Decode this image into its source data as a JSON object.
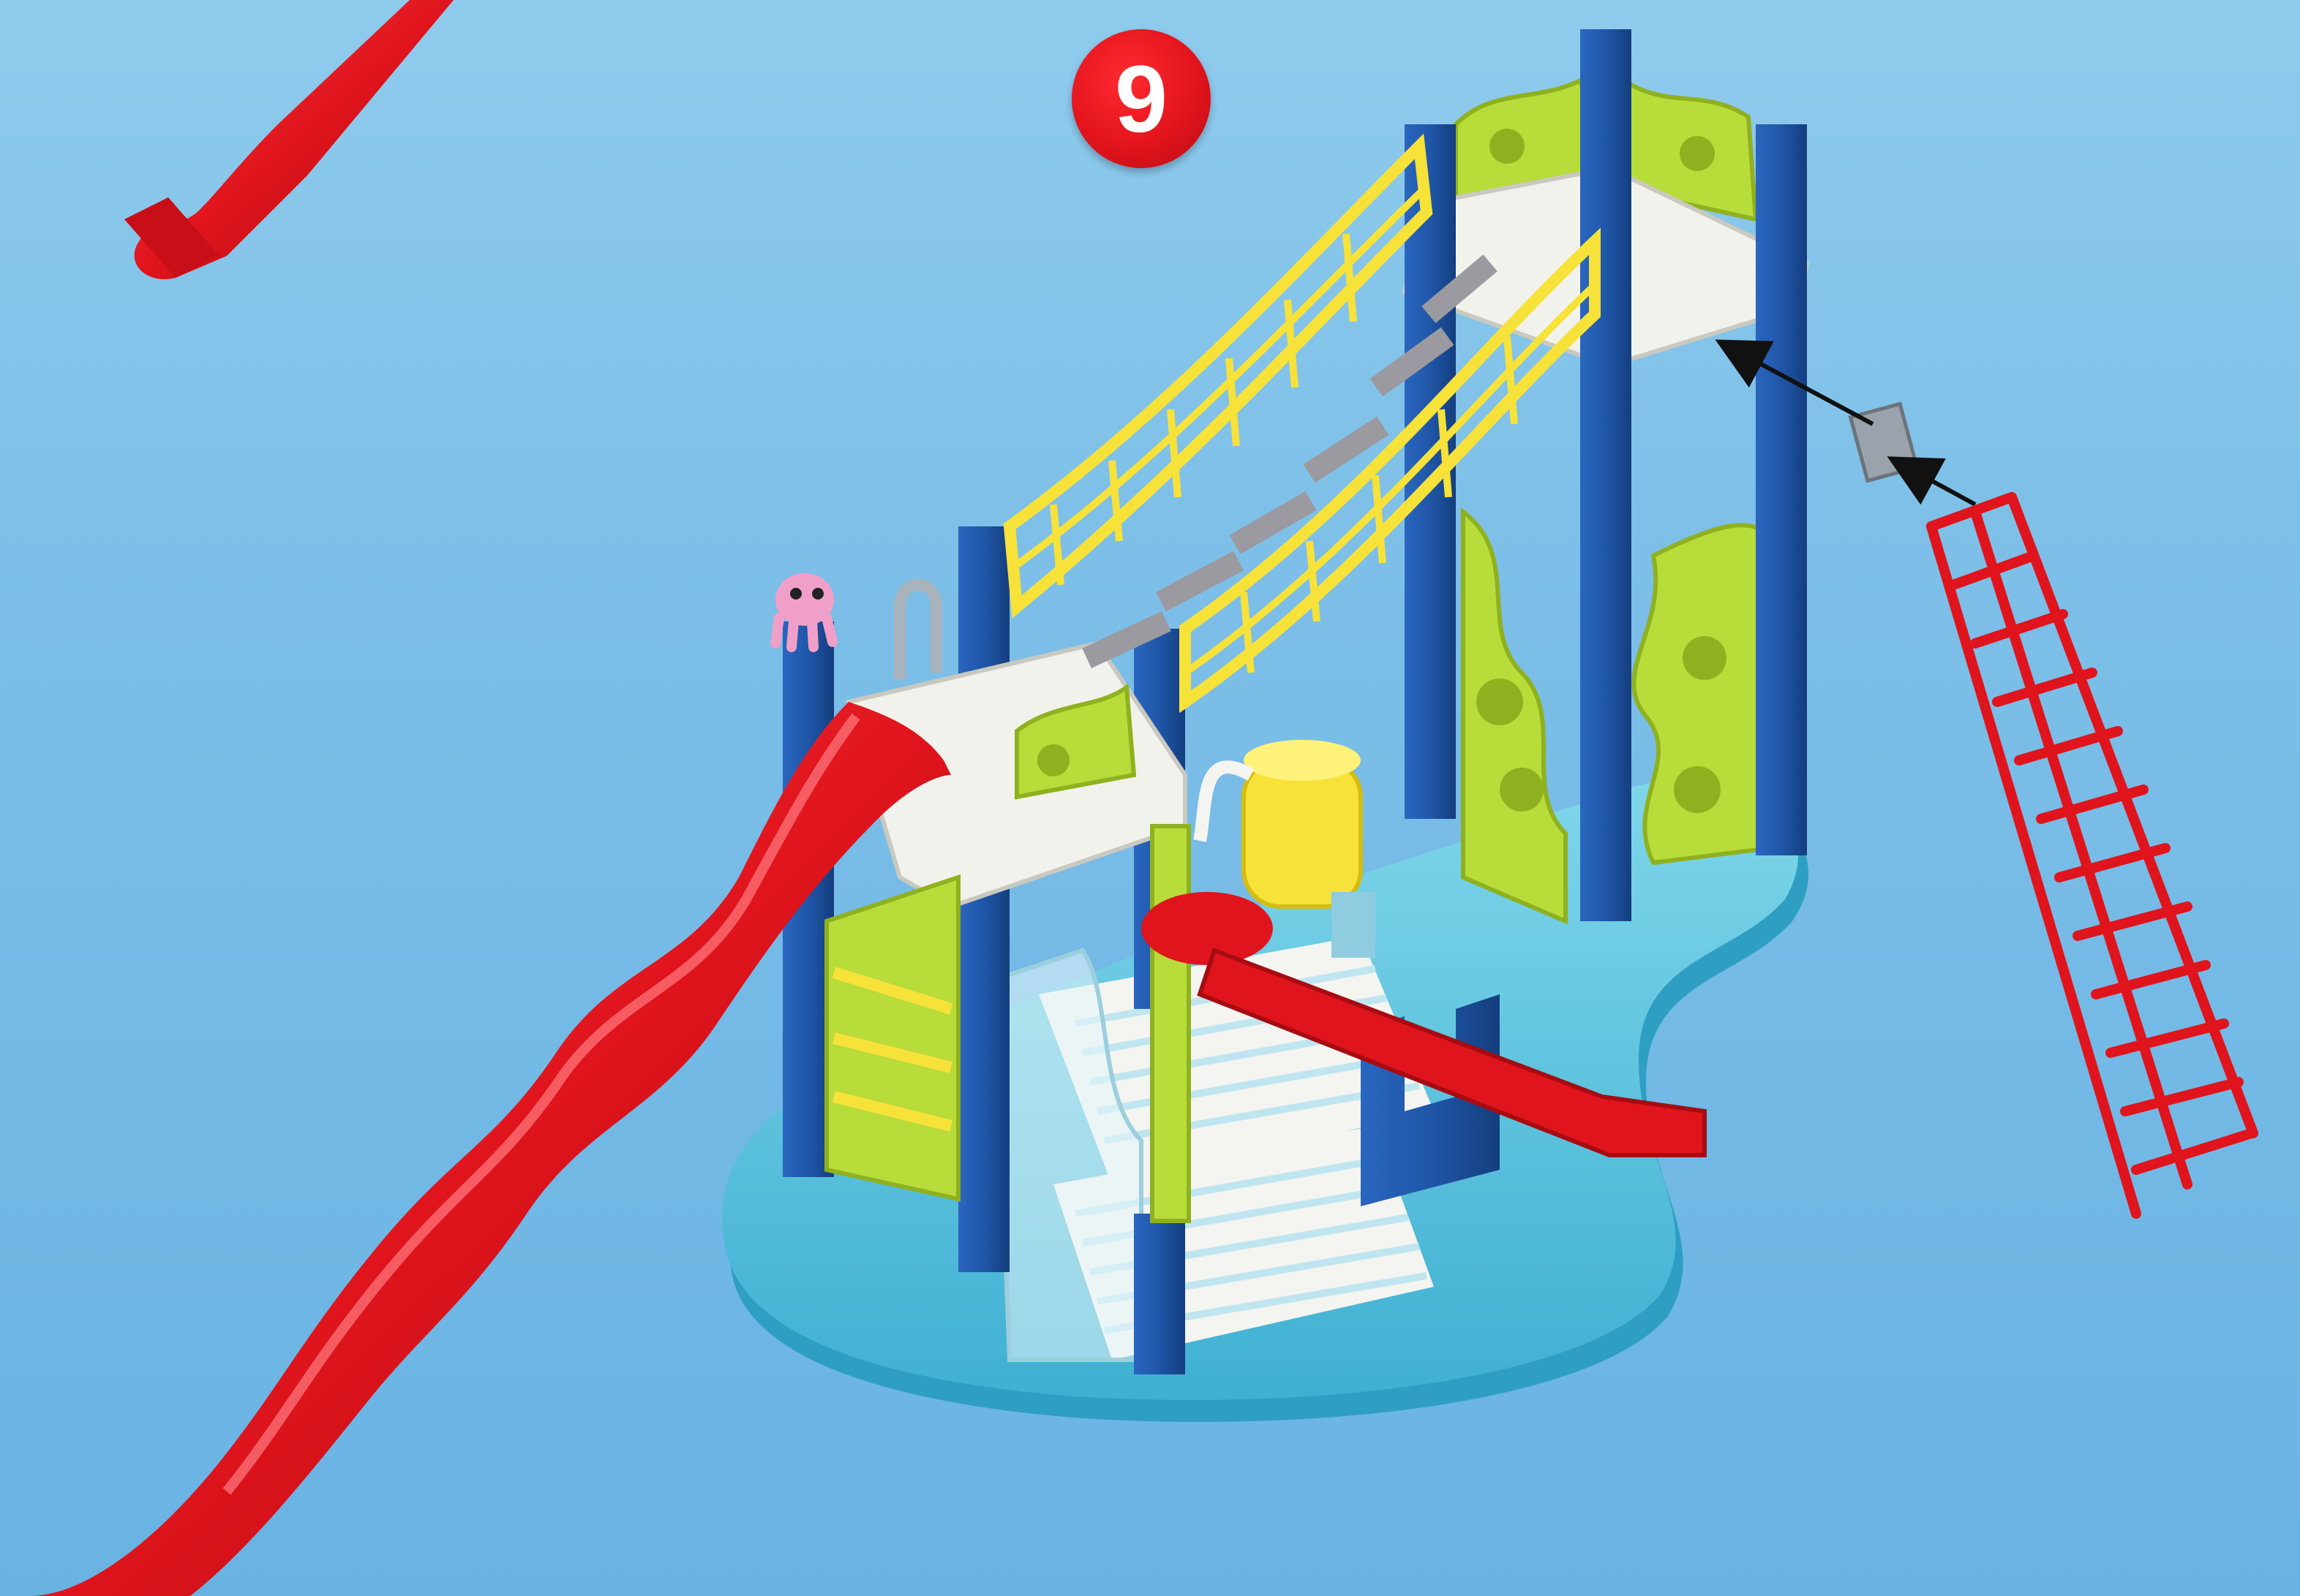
{
  "step": {
    "number": "9"
  },
  "parts": {
    "top_slide_icon": "red-wavy-slide",
    "main_slide_icon": "red-wavy-slide",
    "play_tower_icon": "play-tower-assembly",
    "rope_bridge_icon": "yellow-rope-bridge",
    "connector_clip_icon": "grey-connector-clip",
    "net_ladder_icon": "red-net-ladder",
    "octopus_figure_icon": "pink-octopus-figure",
    "water_wheel_icon": "yellow-water-drum",
    "water_cannon_icon": "red-water-cannon"
  },
  "colors": {
    "background": "#7dbfe8",
    "slide_red": "#e0141c",
    "post_blue": "#1f56a8",
    "panel_green": "#b8dc3a",
    "rail_yellow": "#f7e23a",
    "deck_white": "#f2f2ec",
    "base_cyan": "#5cc6e0",
    "badge_red": "#e2141c"
  }
}
